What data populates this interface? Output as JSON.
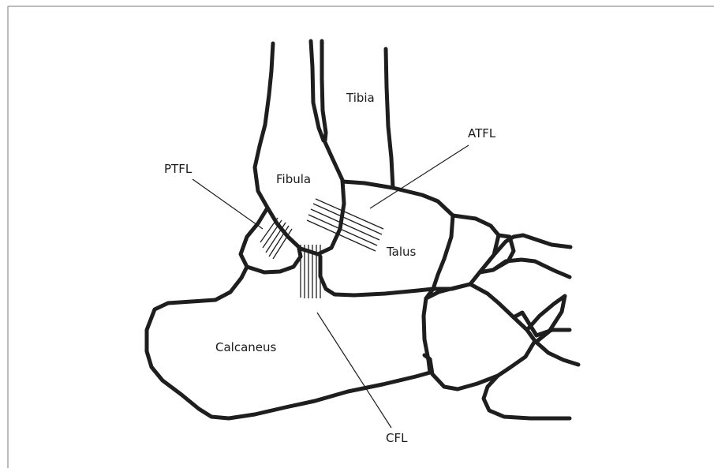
{
  "labels": {
    "tibia": "Tibia",
    "fibula": "Fibula",
    "atfl": "ATFL",
    "ptfl": "PTFL",
    "talus": "Talus",
    "calcaneus": "Calcaneus",
    "cfl": "CFL"
  },
  "colors": {
    "line": "#1e1e1e",
    "frame": "#7a7a7a",
    "background": "#ffffff"
  }
}
